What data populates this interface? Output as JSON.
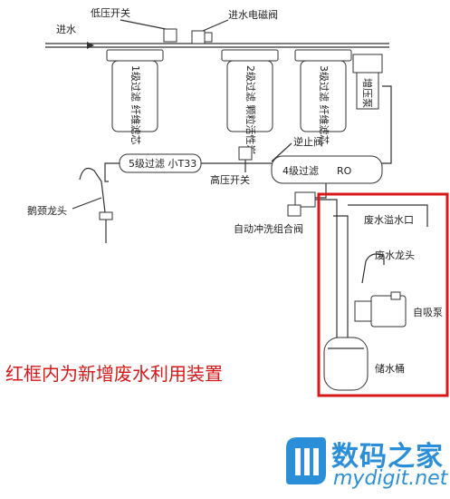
{
  "labels": {
    "inlet": "进水",
    "low_pressure_switch": "低压开关",
    "inlet_solenoid_valve": "进水电磁阀",
    "filter1": "1级过滤 纤维滤芯",
    "filter2": "2级过滤 颗粒活性炭",
    "filter3": "3级过滤 纤维滤芯",
    "booster_pump": "增压泵",
    "check_valve": "逆止阀",
    "filter5": "5级过滤 小T33",
    "high_pressure_switch": "高压开关",
    "filter4": "4级过滤",
    "ro": "RO",
    "gooseneck_faucet": "鹅颈龙头",
    "auto_flush_valve": "自动冲洗组合阀",
    "waste_overflow": "废水溢水口",
    "waste_faucet": "废水龙头",
    "self_priming_pump": "自吸泵",
    "storage_tank": "储水桶"
  },
  "annotation": "红框内为新增废水利用装置",
  "watermark": {
    "site_cn": "数码之家",
    "site_en": "mydigit.net"
  },
  "colors": {
    "highlight_box": "#d81818",
    "annotation_text": "#d81818",
    "watermark": "#2a8fd8"
  }
}
